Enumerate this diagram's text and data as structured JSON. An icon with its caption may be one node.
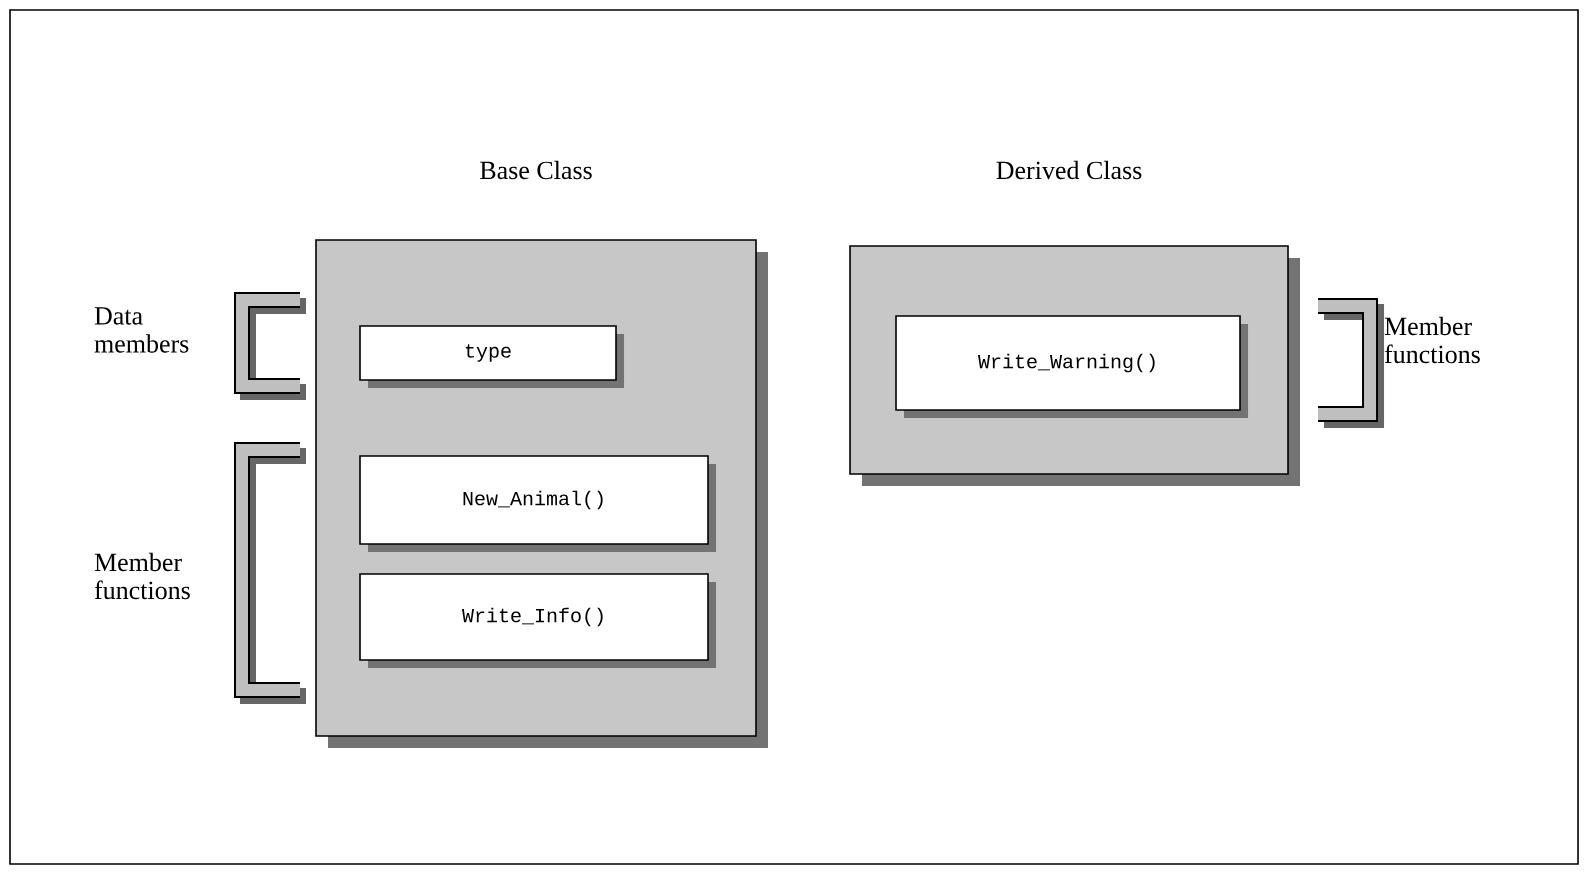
{
  "diagram": {
    "nodes": [
      {
        "text": [
          "Base Class"
        ]
      },
      {
        "text": [
          "type"
        ],
        "in": 0
      },
      {
        "text": [
          "New_Animal()"
        ],
        "in": 0
      },
      {
        "text": [
          "Write_Info()"
        ],
        "in": 0
      },
      {
        "text": [
          "Derived Class"
        ]
      },
      {
        "text": [
          "Write_Warning()"
        ],
        "in": 4
      }
    ],
    "labels": [
      "Data members",
      "Member functions",
      "Member functions"
    ]
  }
}
